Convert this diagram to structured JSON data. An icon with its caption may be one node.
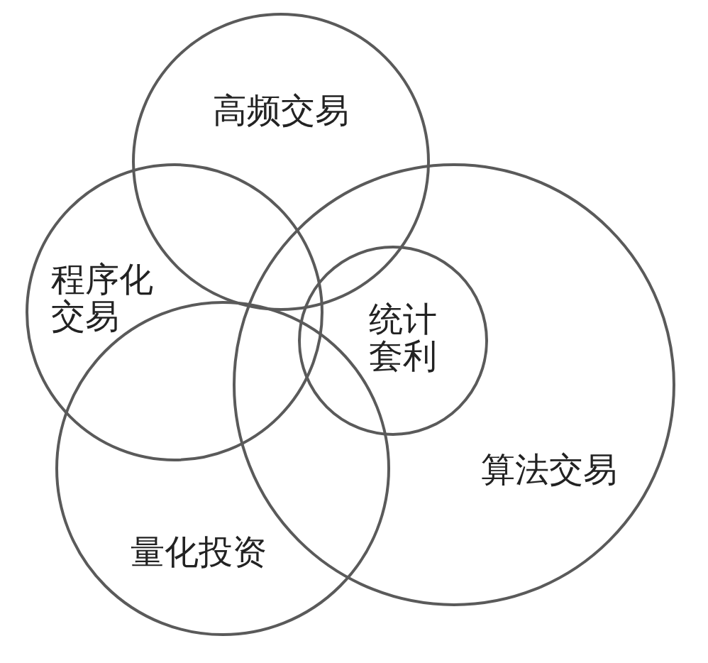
{
  "diagram": {
    "nodes": [
      {
        "text": [
          "高频交易"
        ]
      },
      {
        "text": [
          "程序化交易"
        ]
      },
      {
        "text": [
          "算法交易"
        ]
      },
      {
        "text": [
          "统计套利"
        ],
        "in": 2
      },
      {
        "text": [
          "量化投资"
        ]
      }
    ]
  }
}
